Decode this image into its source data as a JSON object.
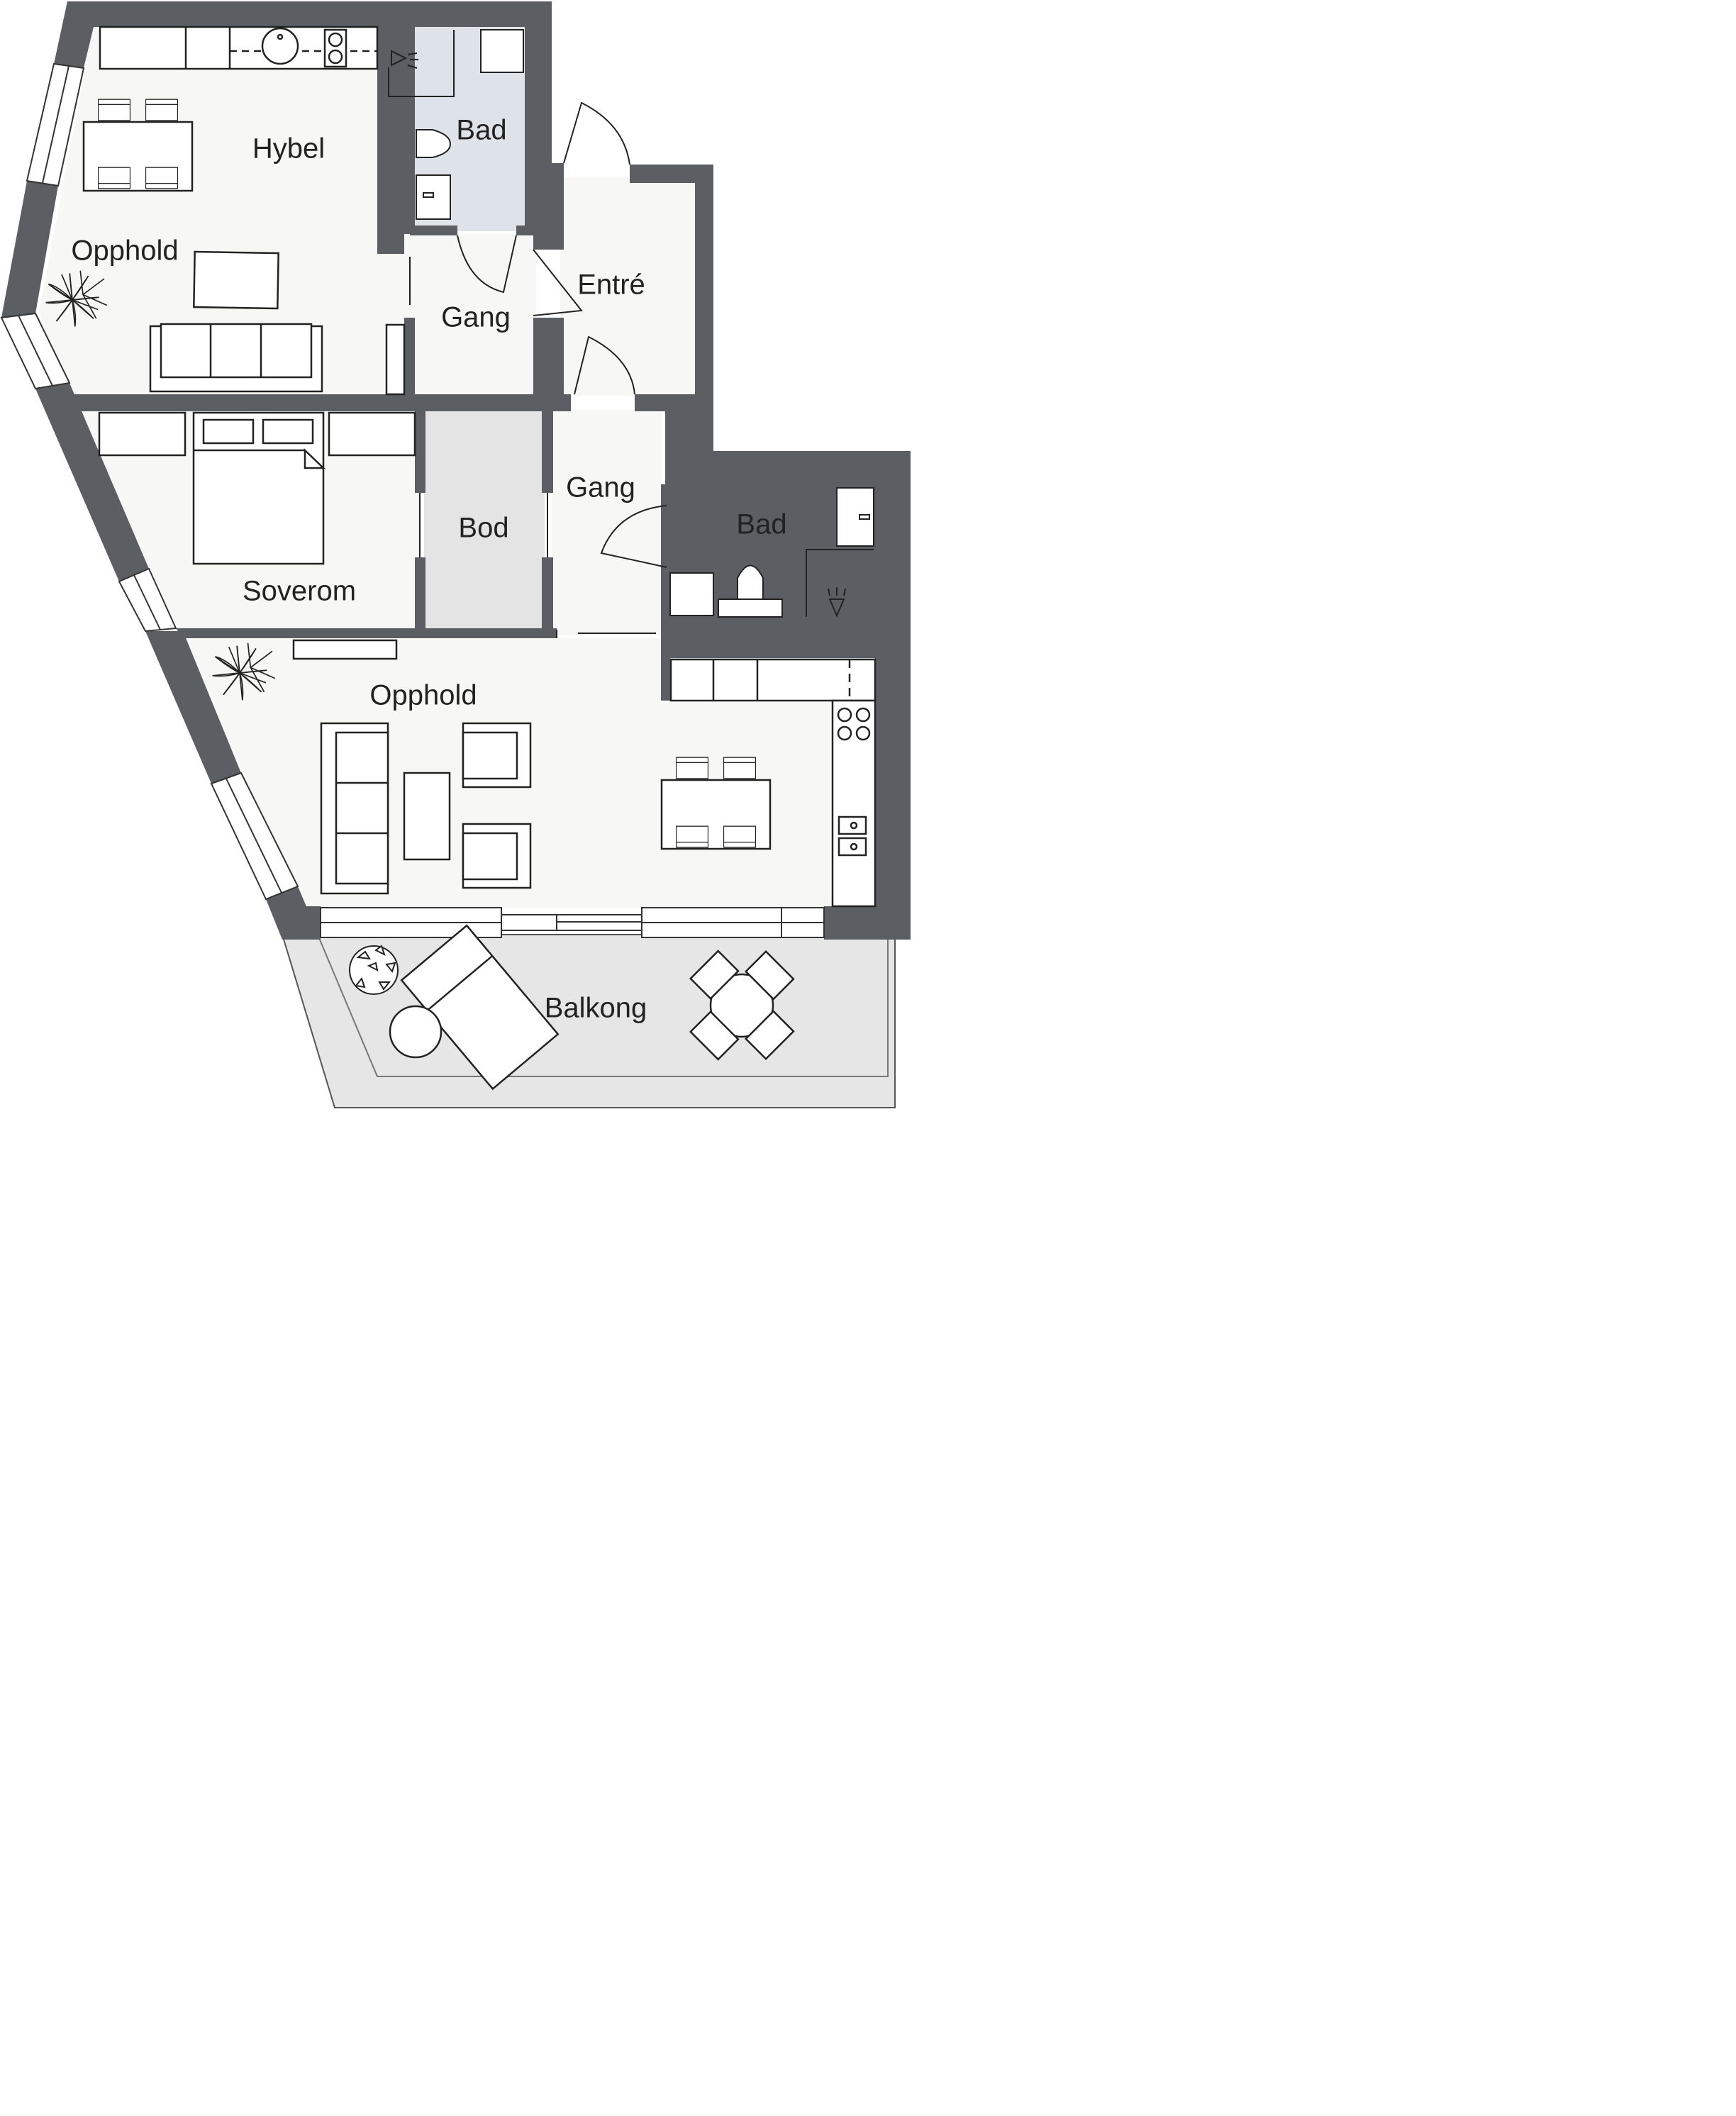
{
  "colors": {
    "wall": "#5b5e63",
    "floor": "#f7f7f5",
    "bathroom": "#dee3ea",
    "storage": "#e4e4e4",
    "balcony": "#e6e6e6",
    "furniture_stroke": "#222222",
    "furniture_fill": "#ffffff"
  },
  "rooms": {
    "hybel": "Hybel",
    "opphold_hybel": "Opphold",
    "bad_top": "Bad",
    "entre": "Entré",
    "gang_top": "Gang",
    "soverom": "Soverom",
    "bod": "Bod",
    "gang_mid": "Gang",
    "bad_right": "Bad",
    "opphold_main": "Opphold",
    "balkong": "Balkong"
  }
}
